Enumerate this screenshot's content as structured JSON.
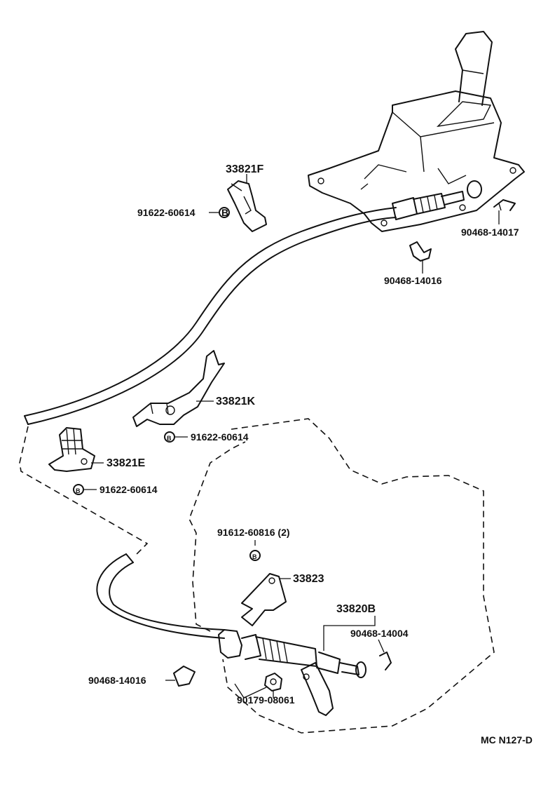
{
  "diagram_code": "MC N127-D",
  "bolt_symbol": "B",
  "parts": {
    "p33821F": "33821F",
    "p91622a": "91622-60614",
    "p90468_14017": "90468-14017",
    "p90468_14016a": "90468-14016",
    "p33821K": "33821K",
    "p91622b": "91622-60614",
    "p33821E": "33821E",
    "p91622c": "91622-60614",
    "p91612": "91612-60816 (2)",
    "p33823": "33823",
    "p33820B": "33820B",
    "p90468_14004": "90468-14004",
    "p90468_14016b": "90468-14016",
    "p90179": "90179-08061"
  }
}
